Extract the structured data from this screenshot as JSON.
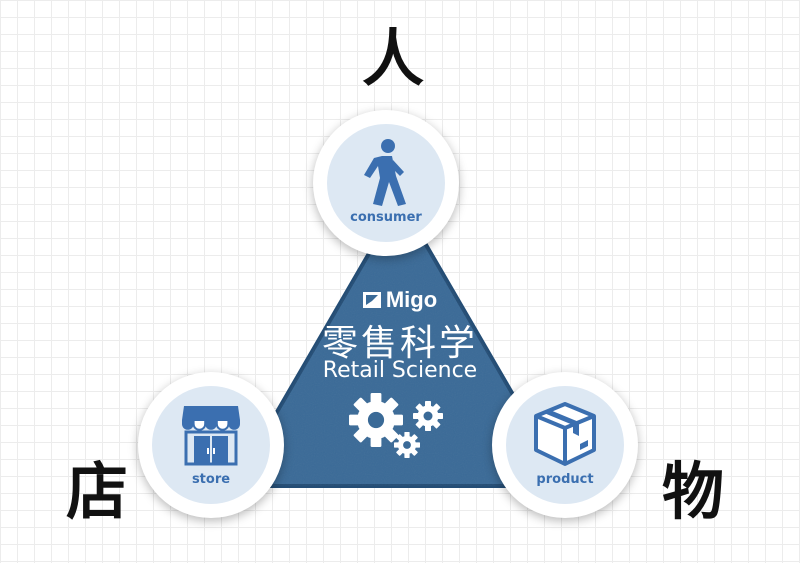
{
  "corner_labels": {
    "top": "人",
    "left": "店",
    "right": "物"
  },
  "center": {
    "brand": "Migo",
    "title_cn": "零售科学",
    "title_en": "Retail Science"
  },
  "nodes": {
    "consumer": {
      "label": "consumer",
      "icon": "walking-person-icon"
    },
    "store": {
      "label": "store",
      "icon": "storefront-icon"
    },
    "product": {
      "label": "product",
      "icon": "package-box-icon"
    }
  },
  "colors": {
    "triangle_fill": "#3a6a97",
    "triangle_border": "#244d75",
    "icon_blue": "#3b6fb0",
    "circle_inner": "#dde8f3"
  }
}
